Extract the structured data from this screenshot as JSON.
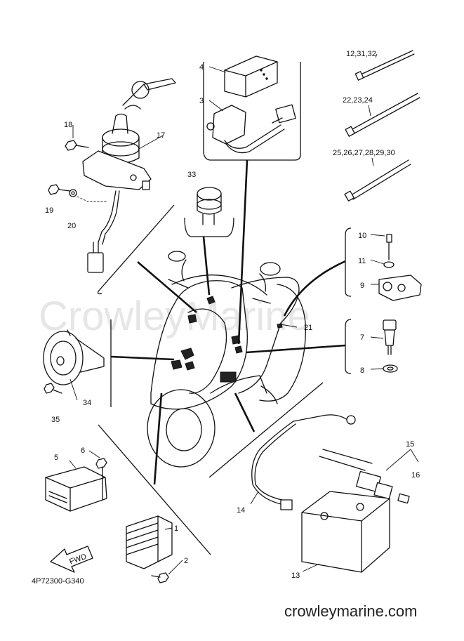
{
  "watermark": "CrowleyMarine",
  "site_url": "crowleymarine.com",
  "drawing_code": "4P72300-G340",
  "fwd_label": "FWD",
  "callouts": {
    "c1": "1",
    "c2": "2",
    "c3": "3",
    "c4": "4",
    "c5": "5",
    "c6": "6",
    "c7": "7",
    "c8": "8",
    "c9": "9",
    "c10": "10",
    "c11": "11",
    "c12_31_32": "12,31,32",
    "c13": "13",
    "c14": "14",
    "c15": "15",
    "c16": "16",
    "c17": "17",
    "c18": "18",
    "c19": "19",
    "c20": "20",
    "c21": "21",
    "c22_23_24": "22,23,24",
    "c25_30": "25,26,27,28,29,30",
    "c33": "33",
    "c34": "34",
    "c35": "35"
  }
}
